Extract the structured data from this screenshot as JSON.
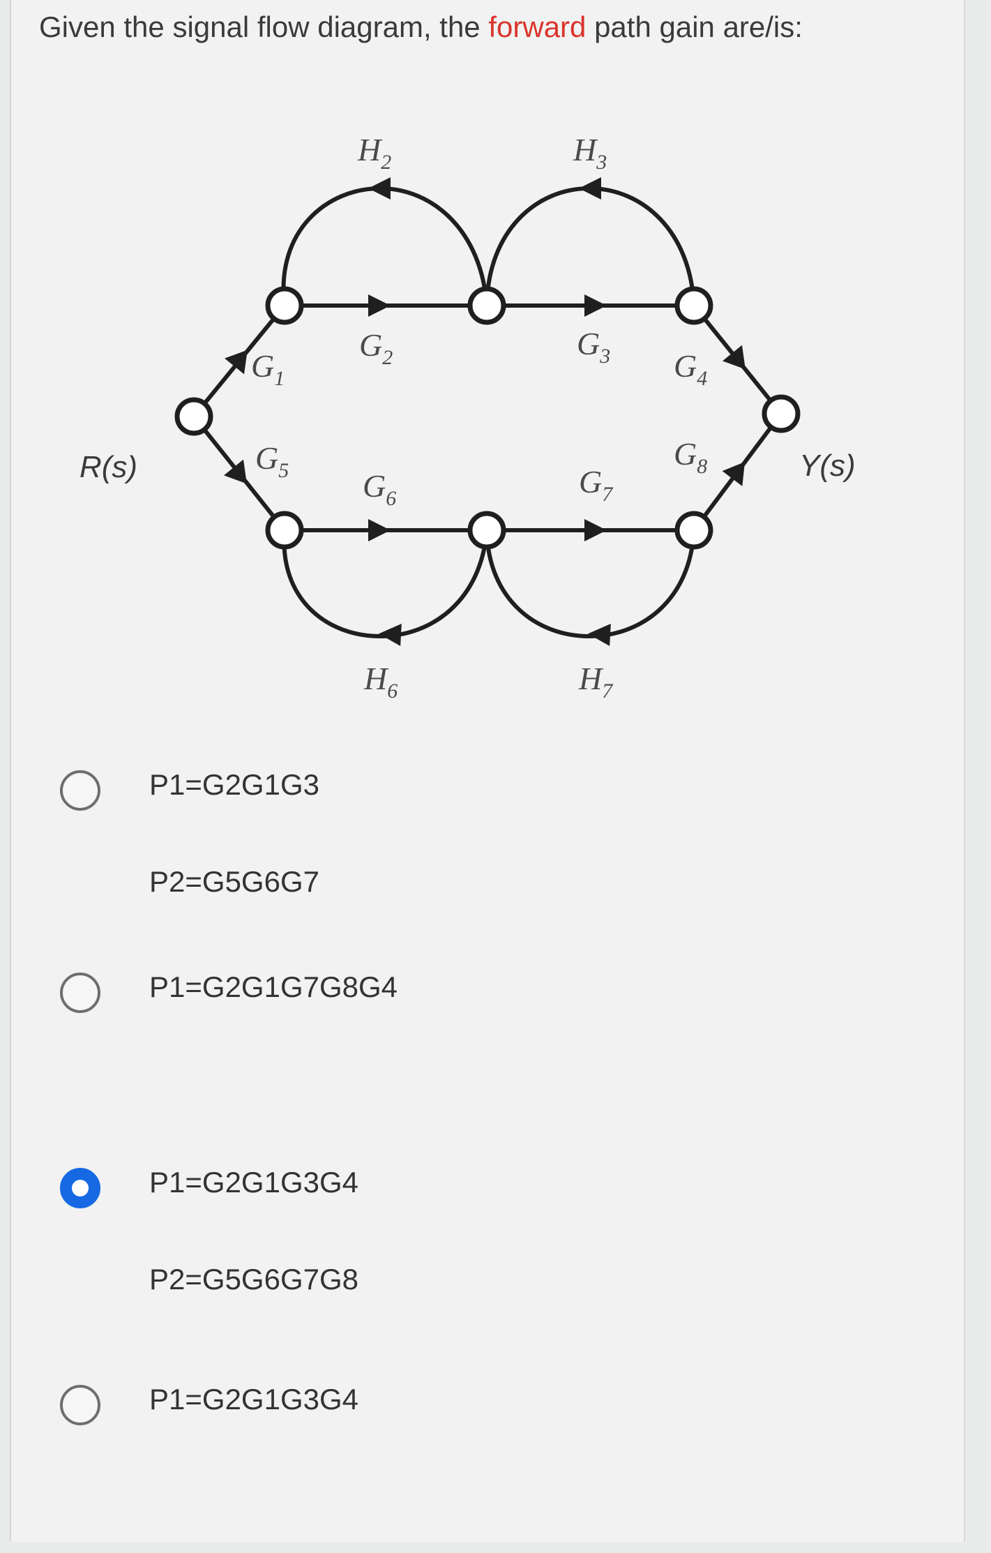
{
  "question": {
    "prefix": "Given the signal flow diagram, the ",
    "highlight": "forward",
    "suffix": " path gain are/is:",
    "highlight_color": "#d9342b"
  },
  "diagram": {
    "input_label": "R(s)",
    "output_label": "Y(s)",
    "branches": [
      {
        "id": "g1",
        "base": "G",
        "sub": "1"
      },
      {
        "id": "g2",
        "base": "G",
        "sub": "2"
      },
      {
        "id": "g3",
        "base": "G",
        "sub": "3"
      },
      {
        "id": "g4",
        "base": "G",
        "sub": "4"
      },
      {
        "id": "g5",
        "base": "G",
        "sub": "5"
      },
      {
        "id": "g6",
        "base": "G",
        "sub": "6"
      },
      {
        "id": "g7",
        "base": "G",
        "sub": "7"
      },
      {
        "id": "g8",
        "base": "G",
        "sub": "8"
      },
      {
        "id": "h2",
        "base": "H",
        "sub": "2"
      },
      {
        "id": "h3",
        "base": "H",
        "sub": "3"
      },
      {
        "id": "h6",
        "base": "H",
        "sub": "6"
      },
      {
        "id": "h7",
        "base": "H",
        "sub": "7"
      }
    ]
  },
  "options": [
    {
      "line1": "P1=G2G1G3",
      "line2": "P2=G5G6G7",
      "selected": false
    },
    {
      "line1": "P1=G2G1G7G8G4",
      "line2": "",
      "selected": false
    },
    {
      "line1": "P1=G2G1G3G4",
      "line2": "P2=G5G6G7G8",
      "selected": true
    },
    {
      "line1": "P1=G2G1G3G4",
      "line2": "",
      "selected": false
    }
  ],
  "colors": {
    "selected_radio": "#1669e3",
    "unselected_radio_border": "#6e6e6e",
    "diagram_line": "#1f1f1f"
  }
}
